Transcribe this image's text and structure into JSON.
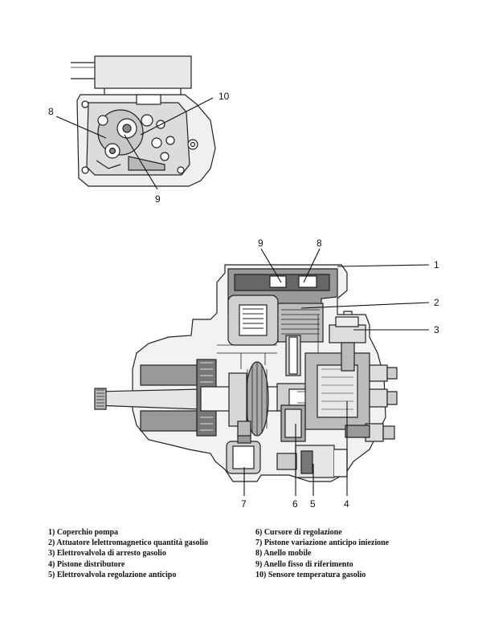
{
  "top_callouts": [
    "8",
    "10",
    "9"
  ],
  "main_callouts": [
    "9",
    "8",
    "1",
    "2",
    "3",
    "7",
    "6",
    "5",
    "4"
  ],
  "legend": {
    "left": [
      "1) Coperchio pompa",
      "2) Attuatore lelettromagnetico quantità gasolio",
      "3) Elettrovalvola di arresto gasolio",
      "4) Pistone distributore",
      "5) Elettrovalvola regolazione anticipo"
    ],
    "right": [
      "6) Cursore di regolazione",
      "7) Pistone variazione anticipo iniezione",
      "8) Anello mobile",
      "9) Anello fisso di riferimento",
      "10) Sensore temperatura gasolio"
    ]
  }
}
